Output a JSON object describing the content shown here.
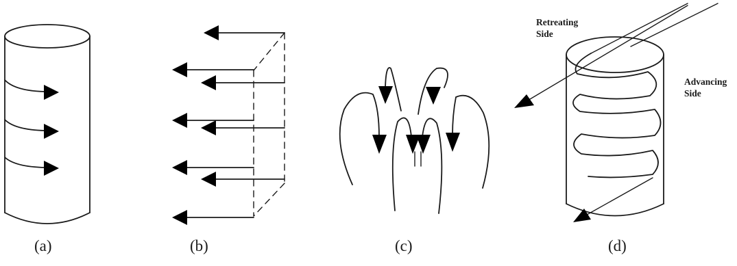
{
  "panels": [
    {
      "id": "a",
      "label": "(a)"
    },
    {
      "id": "b",
      "label": "(b)"
    },
    {
      "id": "c",
      "label": "(c)"
    },
    {
      "id": "d",
      "label": "(d)"
    }
  ],
  "annotations": {
    "retreating_line1": "Retreating",
    "retreating_line2": "Side",
    "advancing_line1": "Advancing",
    "advancing_line2": "Side"
  }
}
